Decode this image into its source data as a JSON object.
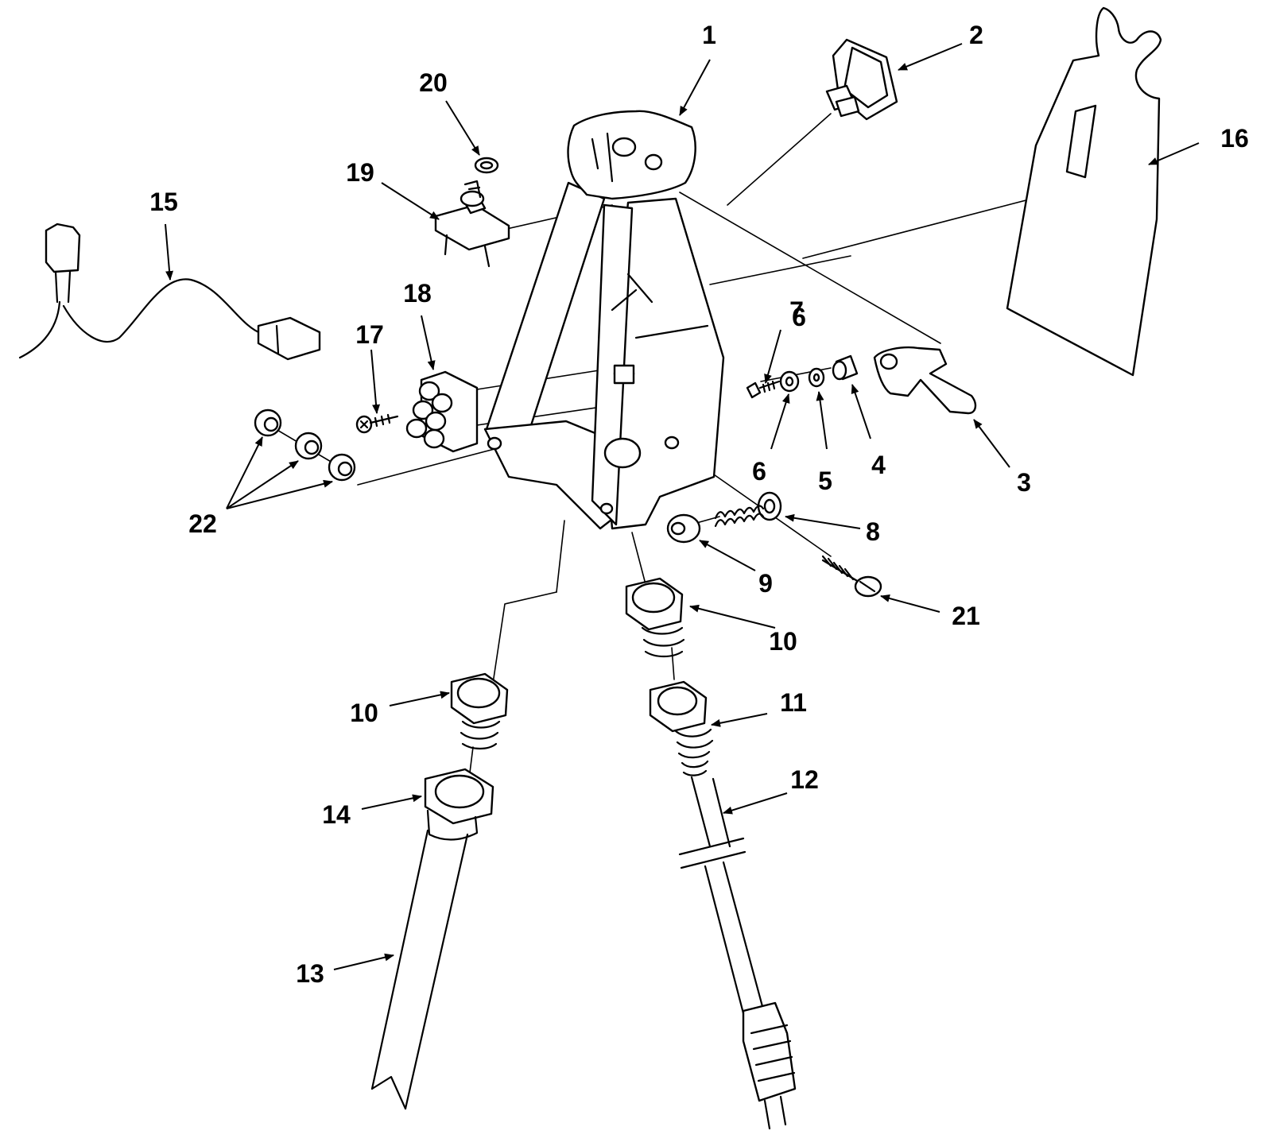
{
  "callouts": [
    {
      "id": "c1",
      "text": "1"
    },
    {
      "id": "c2",
      "text": "2"
    },
    {
      "id": "c3",
      "text": "3"
    },
    {
      "id": "c4",
      "text": "4"
    },
    {
      "id": "c5",
      "text": "5"
    },
    {
      "id": "c6a",
      "text": "6"
    },
    {
      "id": "c6b",
      "text": "6"
    },
    {
      "id": "c7",
      "text": "7"
    },
    {
      "id": "c8",
      "text": "8"
    },
    {
      "id": "c9",
      "text": "9"
    },
    {
      "id": "c10a",
      "text": "10"
    },
    {
      "id": "c10b",
      "text": "10"
    },
    {
      "id": "c11",
      "text": "11"
    },
    {
      "id": "c12",
      "text": "12"
    },
    {
      "id": "c13",
      "text": "13"
    },
    {
      "id": "c14",
      "text": "14"
    },
    {
      "id": "c15",
      "text": "15"
    },
    {
      "id": "c16",
      "text": "16"
    },
    {
      "id": "c17",
      "text": "17"
    },
    {
      "id": "c18",
      "text": "18"
    },
    {
      "id": "c19",
      "text": "19"
    },
    {
      "id": "c20",
      "text": "20"
    },
    {
      "id": "c21",
      "text": "21"
    },
    {
      "id": "c22",
      "text": "22"
    }
  ]
}
